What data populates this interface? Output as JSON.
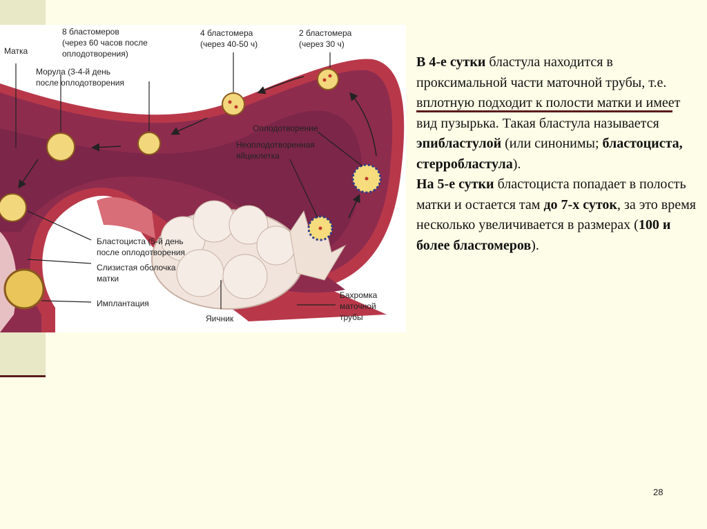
{
  "slide": {
    "page_number": "28",
    "text": {
      "p1_b1": "В 4-е сутки",
      "p1_t1": " бластула находится в проксимальной части маточной трубы, т.е. вплотную подходит к полости матки и имеет вид пузырька. Такая бластула называется ",
      "p1_b2": "эпибластулой",
      "p1_t2": " (или синонимы; ",
      "p1_b3": "бластоциста, стерробластула",
      "p1_t3": ").",
      "p2_b1": "На 5-е сутки",
      "p2_t1": " бластоциста попадает в полость матки и остается там ",
      "p2_b2": "до 7-х суток",
      "p2_t2": ", за это время несколько увеличивается в размерах (",
      "p2_b3": "100 и более бластомеров",
      "p2_t3": ")."
    }
  },
  "figure": {
    "labels": {
      "uterus": "Матка",
      "eight_blastomeres_1": "8 бластомеров",
      "eight_blastomeres_2": "(через 60 часов после",
      "eight_blastomeres_3": "оплодотворения)",
      "four_blastomeres_1": "4 бластомера",
      "four_blastomeres_2": "(через 40-50 ч)",
      "two_blastomeres_1": "2 бластомера",
      "two_blastomeres_2": "(через 30 ч)",
      "morula_1": "Морула (3-4-й день",
      "morula_2": "после оплодотворения",
      "fertilization": "Оплодотворение",
      "unfertilized_1": "Неоплодотворенная",
      "unfertilized_2": "яйцеклетка",
      "blastocyst_1": "Бластоциста (5-й день",
      "blastocyst_2": "после оплодотворения",
      "mucosa_1": "Слизистая оболочка",
      "mucosa_2": "матки",
      "implantation": "Имплантация",
      "ovary": "Яичник",
      "fimbriae_1": "Бахромка",
      "fimbriae_2": "маточной",
      "fimbriae_3": "трубы"
    }
  }
}
